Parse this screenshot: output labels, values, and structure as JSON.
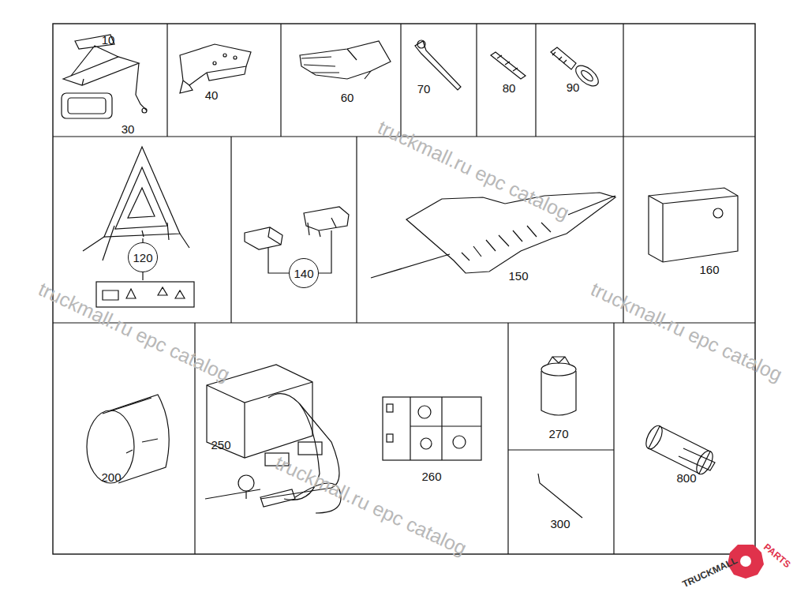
{
  "diagram": {
    "nodes": [
      {
        "text": [
          "120"
        ]
      },
      {
        "text": [
          "140"
        ]
      }
    ],
    "labels": [
      "10",
      "30",
      "40",
      "60",
      "70",
      "80",
      "90",
      "150",
      "160",
      "200",
      "250",
      "260",
      "270",
      "300",
      "800",
      "truckmall.ru epc catalog",
      "truckmall.ru epc catalog",
      "truckmall.ru epc catalog",
      "truckmall.ru epc catalog",
      "TRUCKMALL",
      "PARTS"
    ]
  }
}
